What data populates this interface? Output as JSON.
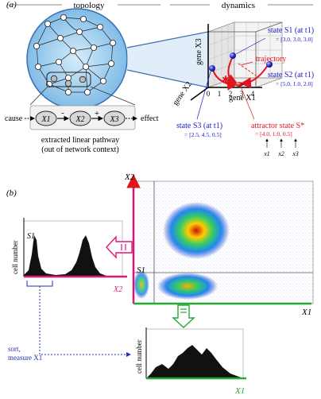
{
  "panel_a": {
    "label": "(a)",
    "topology_title": "topology",
    "dynamics_title": "dynamics",
    "pathway": {
      "cause": "cause",
      "effect": "effect",
      "nodes": [
        "X1",
        "X2",
        "X3"
      ],
      "signs": [
        "-",
        "+"
      ],
      "caption_line1": "extracted linear pathway",
      "caption_line2": "(out of network context)"
    },
    "axes": {
      "x_label": "gene X1",
      "y_label": "gene X2",
      "z_label": "gene X3",
      "x_ticks": [
        "0",
        "1",
        "2",
        "3",
        "4"
      ]
    },
    "trajectory_label": "trajectory",
    "states": {
      "s1_label": "state S1 (at t1)",
      "s1_value": "= [3.0, 3.0, 3.0]",
      "s2_label": "state S2 (at t1)",
      "s2_value": "= [5.0, 1.0, 2.0]",
      "s3_label": "state S3 (at t1)",
      "s3_value": "= [2.5, 4.5, 0.5]",
      "attractor_label": "attractor state S*",
      "attractor_value": "= [4.0, 1.0, 0.5]",
      "components": [
        "x1",
        "x2",
        "x3"
      ]
    },
    "colors": {
      "red": "#e0141e",
      "blue": "#1a1ac8",
      "network_bg": "#8fc3e9"
    }
  },
  "panel_b": {
    "label": "(b)",
    "scatter_y_label": "X2",
    "scatter_x_label": "X1",
    "gate_label": "S1",
    "hist_left": {
      "ylabel": "cell number",
      "xlabel": "X2",
      "peak_label": "S1"
    },
    "hist_bottom": {
      "ylabel": "cell number",
      "xlabel": "X1"
    },
    "sort_line1": "sort,",
    "sort_line2": "measure X1",
    "colors": {
      "magenta": "#e0157a",
      "green": "#22aa33",
      "blue": "#2233aa"
    }
  }
}
